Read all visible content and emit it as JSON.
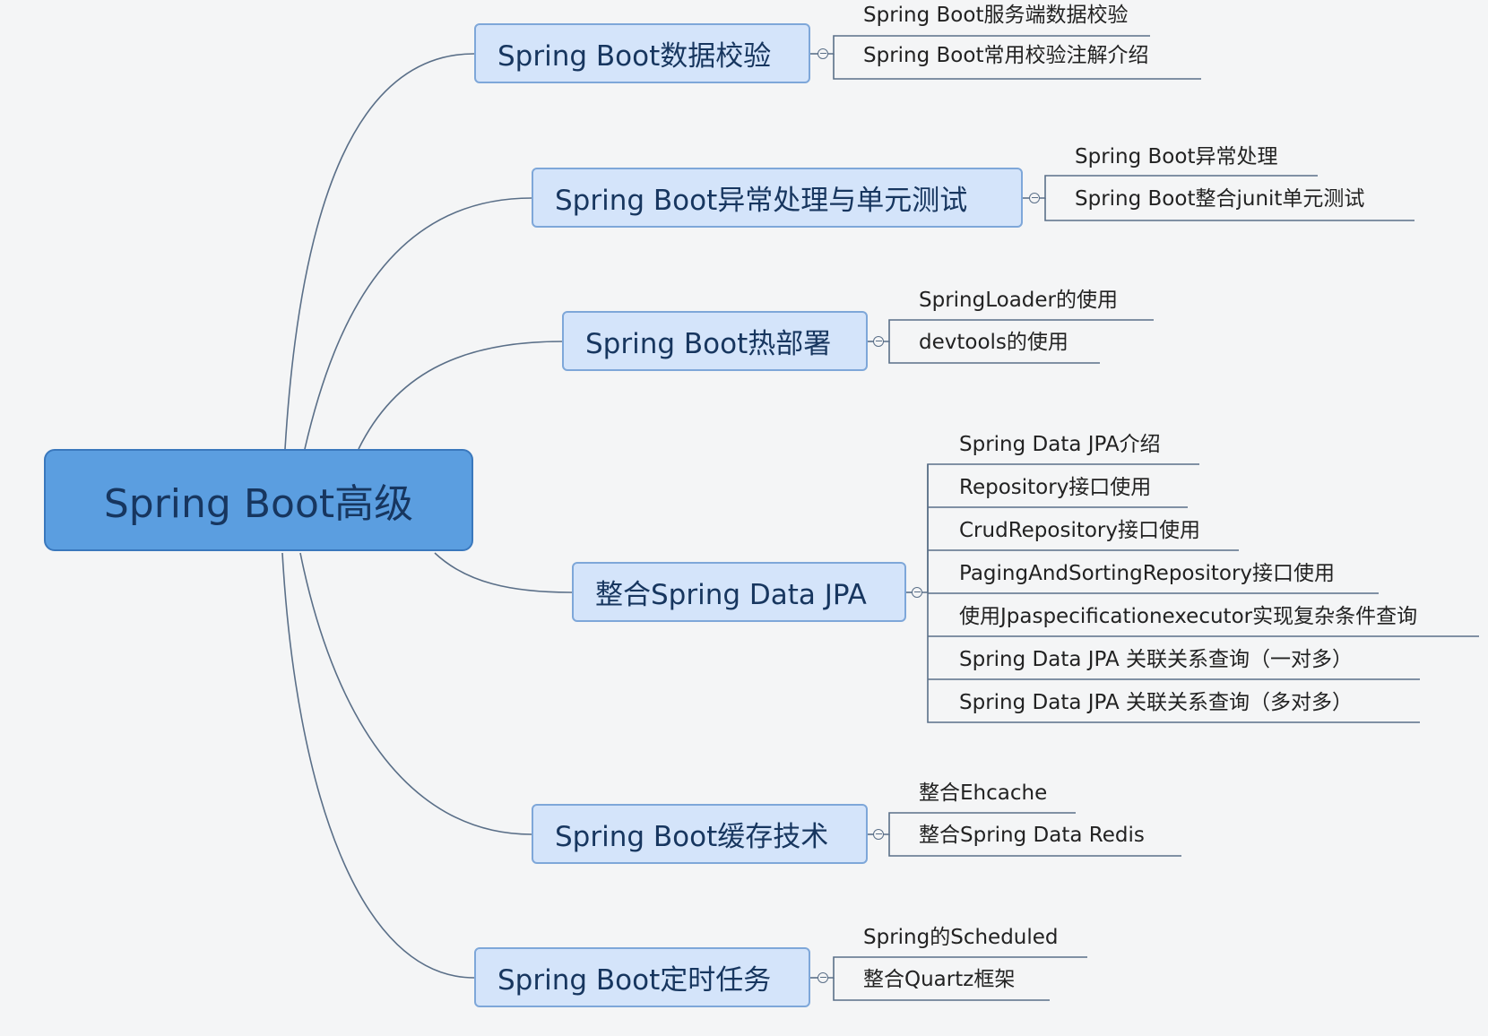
{
  "root": {
    "label": "Spring Boot高级"
  },
  "branches": [
    {
      "label": "Spring Boot数据校验",
      "children": [
        "Spring Boot服务端数据校验",
        "Spring Boot常用校验注解介绍"
      ]
    },
    {
      "label": "Spring Boot异常处理与单元测试",
      "children": [
        "Spring Boot异常处理",
        "Spring Boot整合junit单元测试"
      ]
    },
    {
      "label": "Spring Boot热部署",
      "children": [
        "SpringLoader的使用",
        "devtools的使用"
      ]
    },
    {
      "label": "整合Spring Data JPA",
      "children": [
        "Spring Data JPA介绍",
        "Repository接口使用",
        "CrudRepository接口使用",
        "PagingAndSortingRepository接口使用",
        "使用Jpaspecificationexecutor实现复杂条件查询",
        "Spring Data JPA 关联关系查询（一对多）",
        "Spring Data JPA 关联关系查询（多对多）"
      ]
    },
    {
      "label": "Spring Boot缓存技术",
      "children": [
        "整合Ehcache",
        "整合Spring Data Redis"
      ]
    },
    {
      "label": "Spring Boot定时任务",
      "children": [
        "Spring的Scheduled",
        "整合Quartz框架"
      ]
    }
  ],
  "colors": {
    "root_fill": "#5b9ee0",
    "branch_fill": "#d4e4fa",
    "connector": "#5a6f88"
  }
}
